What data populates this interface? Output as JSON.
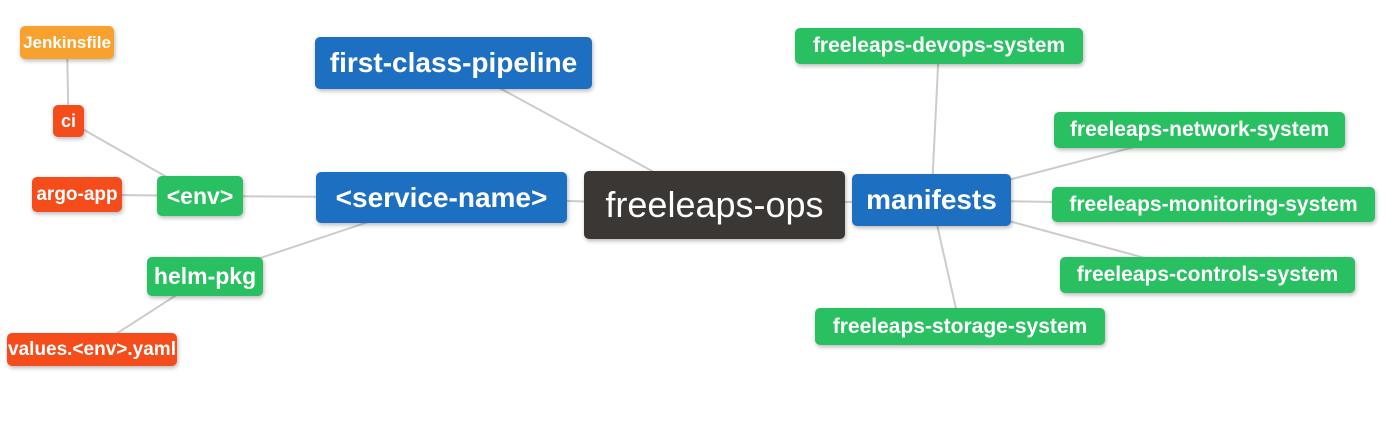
{
  "palette": {
    "root_bg": "#3b3734",
    "branch_blue": "#1d6fc2",
    "leaf_green": "#29c062",
    "leaf_red": "#f44d1b",
    "leaf_orange": "#f9a12e",
    "edge_gray": "#cccccc",
    "node_text": "#ffffff",
    "background": "#ffffff"
  },
  "nodes": [
    {
      "id": "jenkinsfile",
      "label": "Jenkinsfile"
    },
    {
      "id": "ci",
      "label": "ci"
    },
    {
      "id": "argo-app",
      "label": "argo-app"
    },
    {
      "id": "env",
      "label": "<env>"
    },
    {
      "id": "helm-pkg",
      "label": "helm-pkg"
    },
    {
      "id": "values-env-yaml",
      "label": "values.<env>.yaml"
    },
    {
      "id": "first-class-pipeline",
      "label": "first-class-pipeline"
    },
    {
      "id": "service-name",
      "label": "<service-name>"
    },
    {
      "id": "freeleaps-ops",
      "label": "freeleaps-ops"
    },
    {
      "id": "manifests",
      "label": "manifests"
    },
    {
      "id": "freeleaps-devops-system",
      "label": "freeleaps-devops-system"
    },
    {
      "id": "freeleaps-network-system",
      "label": "freeleaps-network-system"
    },
    {
      "id": "freeleaps-monitoring-system",
      "label": "freeleaps-monitoring-system"
    },
    {
      "id": "freeleaps-controls-system",
      "label": "freeleaps-controls-system"
    },
    {
      "id": "freeleaps-storage-system",
      "label": "freeleaps-storage-system"
    }
  ],
  "edges": [
    {
      "from": "jenkinsfile",
      "to": "ci"
    },
    {
      "from": "ci",
      "to": "env"
    },
    {
      "from": "argo-app",
      "to": "env"
    },
    {
      "from": "env",
      "to": "service-name"
    },
    {
      "from": "service-name",
      "to": "helm-pkg"
    },
    {
      "from": "helm-pkg",
      "to": "values-env-yaml"
    },
    {
      "from": "first-class-pipeline",
      "to": "freeleaps-ops"
    },
    {
      "from": "service-name",
      "to": "freeleaps-ops"
    },
    {
      "from": "freeleaps-ops",
      "to": "manifests"
    },
    {
      "from": "manifests",
      "to": "freeleaps-devops-system"
    },
    {
      "from": "manifests",
      "to": "freeleaps-network-system"
    },
    {
      "from": "manifests",
      "to": "freeleaps-monitoring-system"
    },
    {
      "from": "manifests",
      "to": "freeleaps-controls-system"
    },
    {
      "from": "manifests",
      "to": "freeleaps-storage-system"
    }
  ]
}
